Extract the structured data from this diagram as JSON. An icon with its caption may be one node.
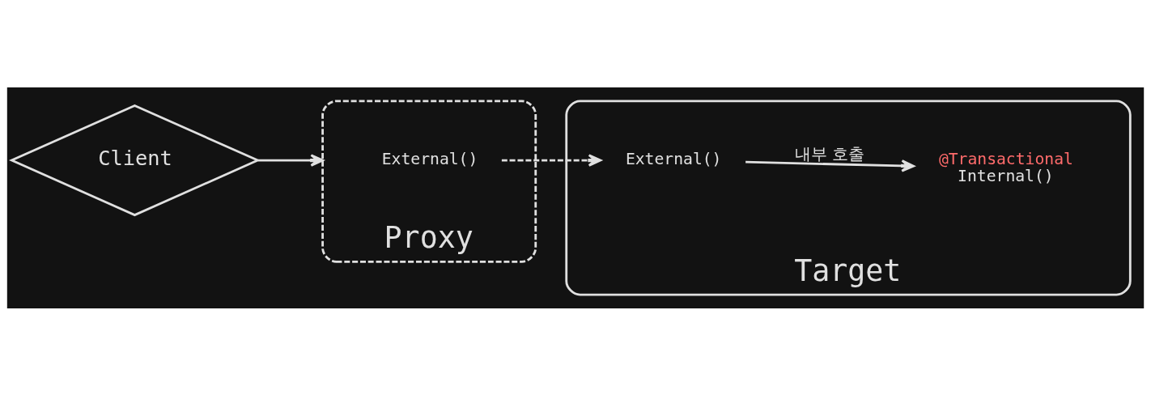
{
  "diagram": {
    "nodes": [
      {
        "text": [
          "Client"
        ]
      },
      {
        "text": [
          "Proxy"
        ]
      },
      {
        "text": [
          "External()"
        ],
        "in": 1
      },
      {
        "text": [
          "Target"
        ]
      },
      {
        "text": [
          "External()"
        ],
        "in": 3
      },
      {
        "text": [
          "@Transactional",
          "Internal()"
        ],
        "in": 3
      }
    ],
    "edges": [
      {
        "from": 0,
        "to": 1,
        "arrow": "to"
      },
      {
        "from": 2,
        "to": 4,
        "arrow": "to",
        "style": "dashed"
      },
      {
        "from": 4,
        "to": 5,
        "arrow": "to",
        "label": "내부 호출"
      }
    ]
  }
}
